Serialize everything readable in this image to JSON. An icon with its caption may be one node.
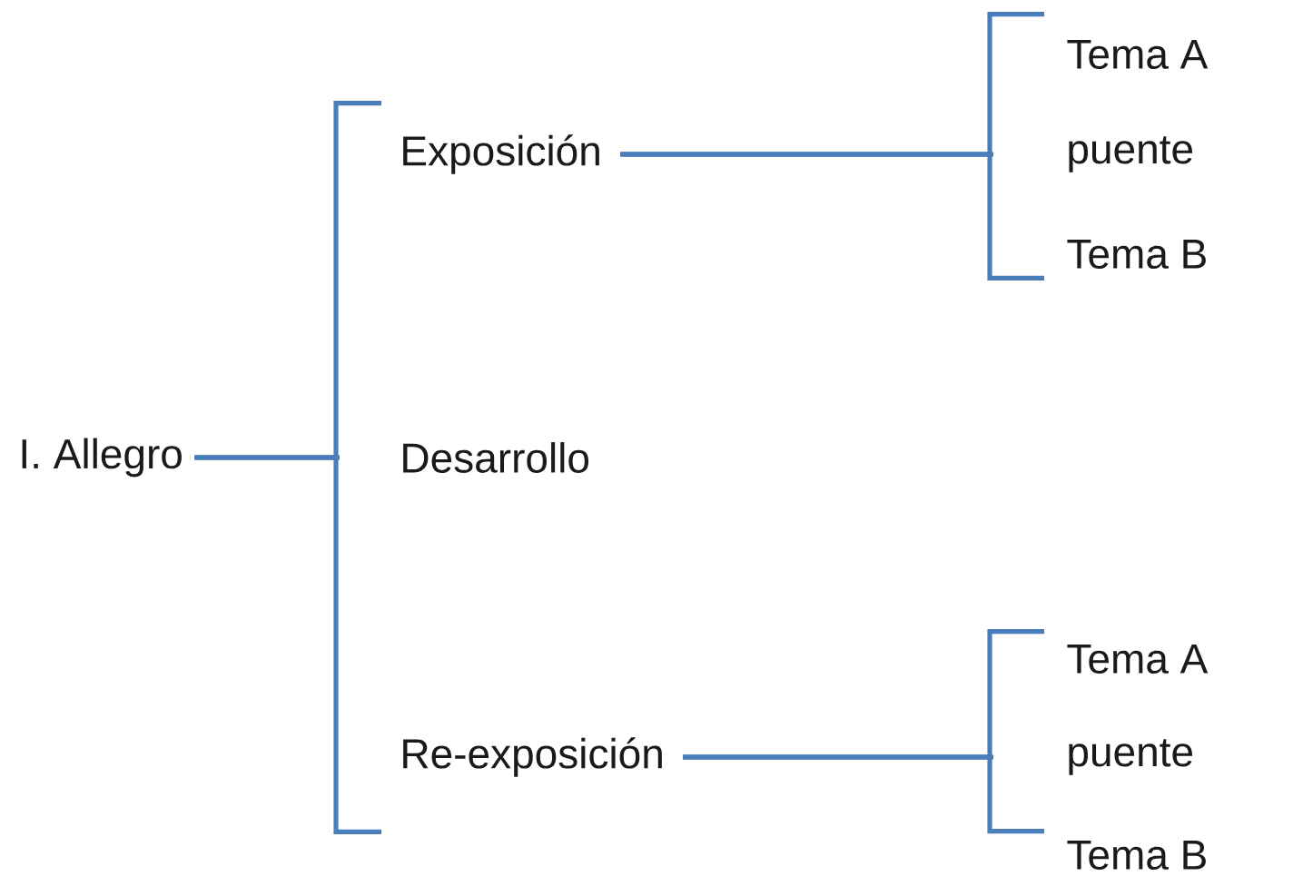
{
  "diagram": {
    "nodes": [
      {
        "text": [
          "I. Allegro"
        ]
      },
      {
        "text": [
          "Exposición"
        ]
      },
      {
        "text": [
          "Desarrollo"
        ]
      },
      {
        "text": [
          "Re-exposición"
        ]
      },
      {
        "text": [
          "Tema A"
        ]
      },
      {
        "text": [
          "puente"
        ]
      },
      {
        "text": [
          "Tema B"
        ]
      },
      {
        "text": [
          "Tema A"
        ]
      },
      {
        "text": [
          "puente"
        ]
      },
      {
        "text": [
          "Tema B"
        ]
      }
    ],
    "edges": [
      {
        "from": 0,
        "to": 1,
        "arrow": "none"
      },
      {
        "from": 0,
        "to": 2,
        "arrow": "none"
      },
      {
        "from": 0,
        "to": 3,
        "arrow": "none"
      },
      {
        "from": 1,
        "to": 4,
        "arrow": "none"
      },
      {
        "from": 1,
        "to": 5,
        "arrow": "none"
      },
      {
        "from": 1,
        "to": 6,
        "arrow": "none"
      },
      {
        "from": 3,
        "to": 7,
        "arrow": "none"
      },
      {
        "from": 3,
        "to": 8,
        "arrow": "none"
      },
      {
        "from": 3,
        "to": 9,
        "arrow": "none"
      }
    ]
  }
}
